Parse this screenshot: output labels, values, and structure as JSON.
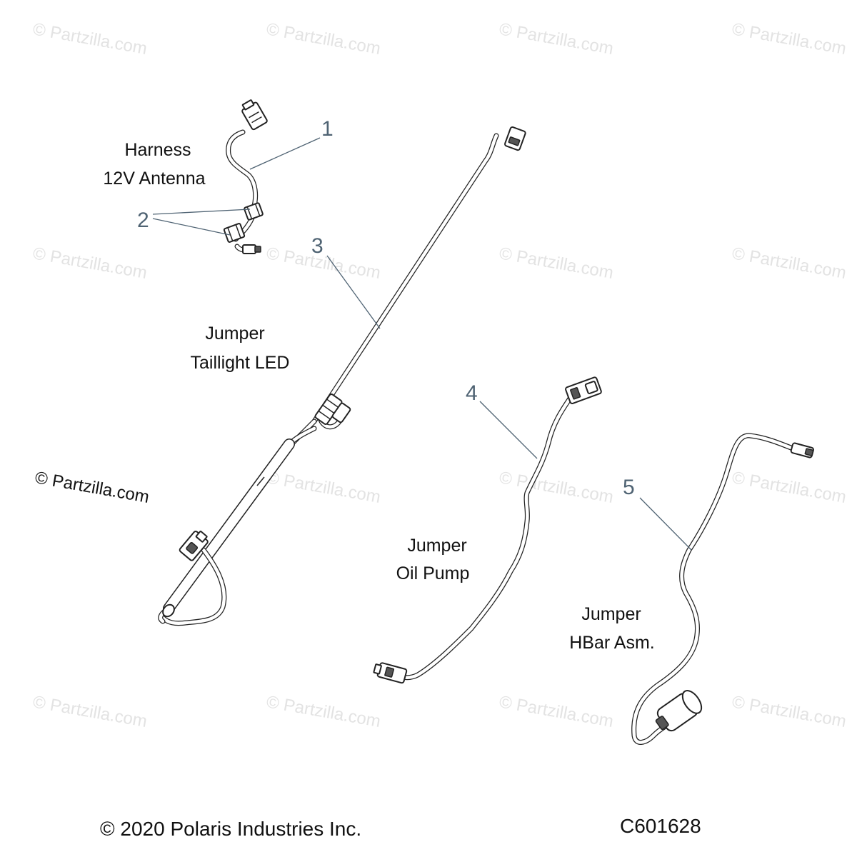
{
  "watermark": "© Partzilla.com",
  "credit": "© Partzilla.com",
  "copyright": "© 2020 Polaris Industries Inc.",
  "diagram_code": "C601628",
  "parts": [
    {
      "callout": "1",
      "label_line1": "Harness",
      "label_line2": "12V Antenna"
    },
    {
      "callout": "2"
    },
    {
      "callout": "3",
      "label_line1": "Jumper",
      "label_line2": "Taillight LED"
    },
    {
      "callout": "4",
      "label_line1": "Jumper",
      "label_line2": "Oil Pump"
    },
    {
      "callout": "5",
      "label_line1": "Jumper",
      "label_line2": "HBar Asm."
    }
  ]
}
